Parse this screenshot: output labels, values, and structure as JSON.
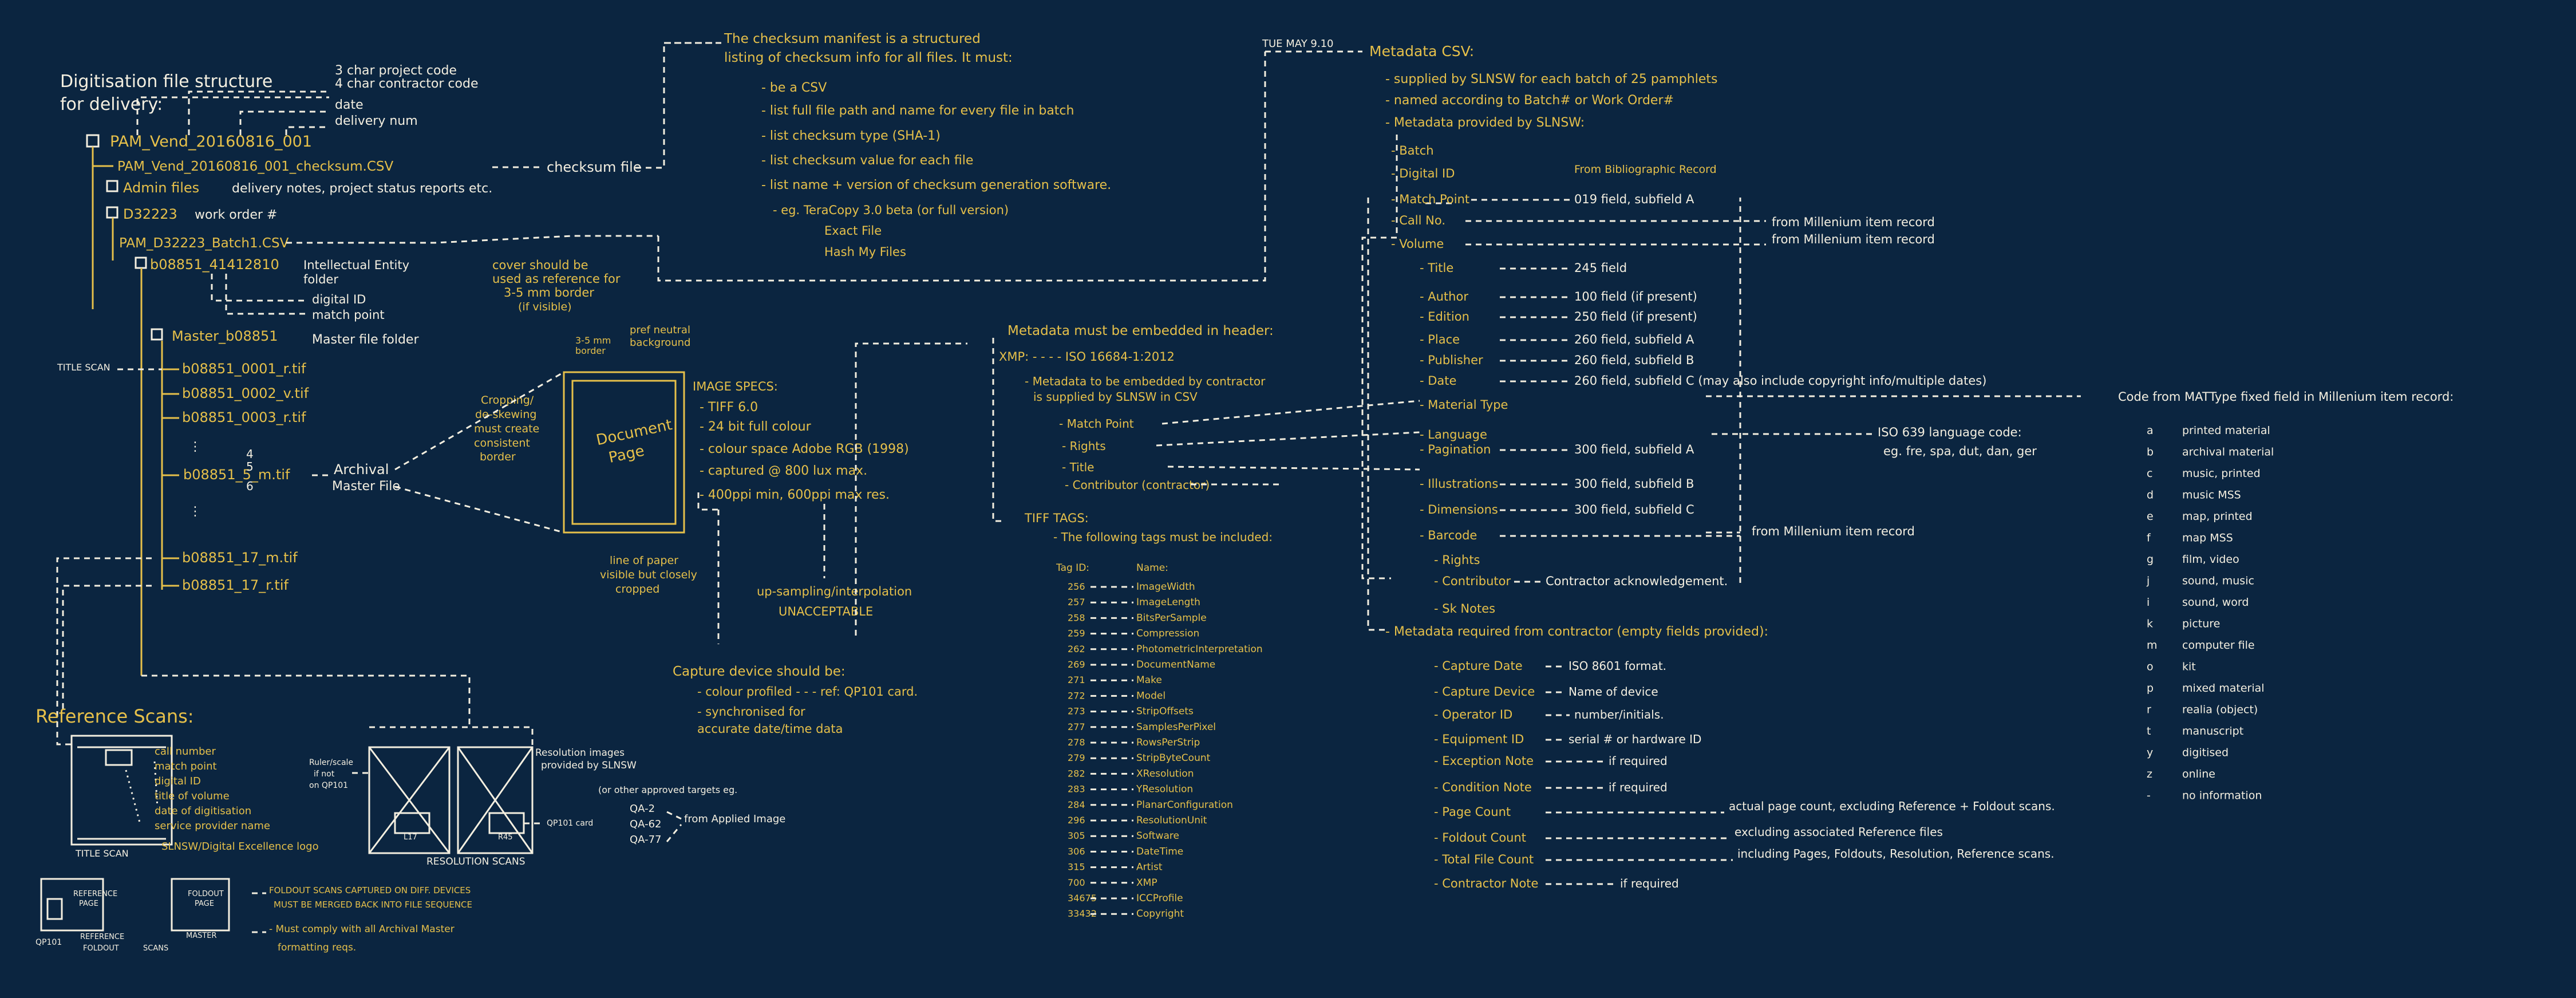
{
  "structure": {
    "title": [
      "Digitisation file structure",
      "for delivery:"
    ],
    "code_legend": [
      "3 char project code",
      "4 char contractor code",
      "date",
      "delivery num"
    ],
    "root": "PAM_Vend_20160816_001",
    "manifest": "PAM_Vend_20160816_001_checksum.CSV",
    "checksum_file": "checksum file",
    "admin": "Admin files",
    "admin_note": "delivery notes, project status reports etc.",
    "work_order_folder": "D32223",
    "work_order_note": "work order #",
    "batch_csv": "PAM_D32223_Batch1.CSV",
    "ie_folder": "b08851_41412810",
    "ie_notes": [
      "Intellectual Entity",
      "folder",
      "digital ID",
      "match point"
    ],
    "master_folder": "Master_b08851",
    "master_note": "Master file folder",
    "title_scan_label": "TITLE SCAN",
    "files": [
      "b08851_0001_r.tif",
      "b08851_0002_v.tif",
      "b08851_0003_r.tif",
      "b08851_5_m.tif",
      "b08851_17_m.tif",
      "b08851_17_r.tif"
    ],
    "page_numbers": [
      "4",
      "5",
      "6"
    ],
    "archival_master": [
      "Archival",
      "Master File"
    ]
  },
  "page_sketch": {
    "cover_note": [
      "cover should be",
      "used as reference for",
      "3-5 mm border",
      "(if visible)"
    ],
    "background_note": [
      "3-5 mm",
      "border",
      "pref neutral",
      "background"
    ],
    "cropping_note": [
      "Cropping/",
      "de-skewing",
      "must create",
      "consistent",
      "border"
    ],
    "page_label": [
      "Document",
      "Page"
    ],
    "line_note": [
      "line of paper",
      "visible but closely",
      "cropped"
    ]
  },
  "image_specs": {
    "title": "IMAGE SPECS:",
    "items": [
      "- TIFF 6.0",
      "- 24 bit full colour",
      "- colour space Adobe RGB (1998)",
      "- captured @ 800 lux max.",
      "- 400ppi min, 600ppi max res."
    ],
    "upsampling": [
      "up-sampling/interpolation",
      "UNACCEPTABLE"
    ]
  },
  "capture_device": {
    "title": "Capture device should be:",
    "items": [
      "- colour profiled  - - - ref: QP101 card.",
      "- synchronised for",
      "  accurate date/time data"
    ]
  },
  "checksum": {
    "lines": [
      "The checksum manifest is a structured",
      "listing of checksum info for all files. It must:",
      "- be a CSV",
      "- list full file path and name for every file in batch",
      "- list checksum type (SHA-1)",
      "- list checksum value for each file",
      "- list name + version of checksum generation software.",
      "- eg. TeraCopy 3.0 beta (or full version)",
      "Exact File",
      "Hash My Files"
    ]
  },
  "embedded": {
    "title": "Metadata must be embedded in header:",
    "xmp": "XMP: - - - - ISO 16684-1:2012",
    "xmp_note": [
      "- Metadata to be embedded by contractor",
      "is supplied by SLNSW in CSV"
    ],
    "fields": [
      "- Match Point",
      "- Rights",
      "- Title",
      "- Contributor (contractor)"
    ]
  },
  "tiff_tags": {
    "title": "TIFF TAGS:",
    "note": "- The following tags must be included:",
    "header_id": "Tag ID:",
    "header_name": "Name:",
    "rows": [
      [
        "256",
        "ImageWidth"
      ],
      [
        "257",
        "ImageLength"
      ],
      [
        "258",
        "BitsPerSample"
      ],
      [
        "259",
        "Compression"
      ],
      [
        "262",
        "PhotometricInterpretation"
      ],
      [
        "269",
        "DocumentName"
      ],
      [
        "271",
        "Make"
      ],
      [
        "272",
        "Model"
      ],
      [
        "273",
        "StripOffsets"
      ],
      [
        "277",
        "SamplesPerPixel"
      ],
      [
        "278",
        "RowsPerStrip"
      ],
      [
        "279",
        "StripByteCount"
      ],
      [
        "282",
        "XResolution"
      ],
      [
        "283",
        "YResolution"
      ],
      [
        "284",
        "PlanarConfiguration"
      ],
      [
        "296",
        "ResolutionUnit"
      ],
      [
        "305",
        "Software"
      ],
      [
        "306",
        "DateTime"
      ],
      [
        "315",
        "Artist"
      ],
      [
        "700",
        "XMP"
      ],
      [
        "34675",
        "ICCProfile"
      ],
      [
        "33432",
        "Copyright"
      ]
    ]
  },
  "reference": {
    "title": "Reference Scans:",
    "title_scan_items": [
      "call number",
      "match point",
      "digital ID",
      "title of volume",
      "date of digitisation",
      "service provider name",
      "SLNSW/Digital Excellence logo"
    ],
    "title_scan_caption": "TITLE SCAN",
    "ruler_note": [
      "Ruler/scale",
      "if not",
      "on QP101"
    ],
    "res_caption": "RESOLUTION SCANS",
    "res_label_1": "L17",
    "res_label_2": "R45",
    "res_note": [
      "Resolution images",
      "provided by SLNSW",
      "(or other approved targets eg.",
      "QA-2",
      "QA-62",
      "QA-77"
    ],
    "applied_image": "from Applied Image",
    "qp_card": "QP101 card",
    "foldout": [
      "FOLDOUT SCANS CAPTURED ON DIFF. DEVICES",
      "MUST BE MERGED BACK INTO FILE SEQUENCE",
      "- Must comply with all Archival Master",
      "formatting reqs."
    ],
    "box1": [
      "REFERENCE",
      "PAGE"
    ],
    "box2": [
      "FOLDOUT",
      "PAGE"
    ],
    "qp_label": "QP101",
    "bottom_labels": [
      "REFERENCE",
      "FOLDOUT",
      "SCANS",
      "MASTER"
    ]
  },
  "metadata_csv": {
    "tue_note": "TUE MAY 9.10",
    "title": "Metadata CSV:",
    "items": [
      "- supplied by SLNSW for each batch of 25 pamphlets",
      "- named according to Batch# or Work Order#",
      "- Metadata provided by SLNSW:"
    ],
    "from_record": "From Bibliographic Record",
    "fields": [
      {
        "name": "- Batch",
        "value": ""
      },
      {
        "name": "- Digital ID",
        "value": ""
      },
      {
        "name": "- Match Point",
        "value": "019 field, subfield A"
      },
      {
        "name": "- Call No.",
        "value": "from Millenium item record"
      },
      {
        "name": "- Volume",
        "value": "from Millenium item record"
      },
      {
        "name": "- Title",
        "value": "245 field"
      },
      {
        "name": "- Author",
        "value": "100 field (if present)"
      },
      {
        "name": "- Edition",
        "value": "250 field (if present)"
      },
      {
        "name": "- Place",
        "value": "260 field, subfield A"
      },
      {
        "name": "- Publisher",
        "value": "260 field, subfield B"
      },
      {
        "name": "- Date",
        "value": "260 field, subfield C (may also include copyright info/multiple dates)"
      },
      {
        "name": "- Material Type",
        "value": ""
      },
      {
        "name": "- Language",
        "value": ""
      },
      {
        "name": "- Pagination",
        "value": "300 field, subfield A"
      },
      {
        "name": "- Illustrations",
        "value": "300 field, subfield B"
      },
      {
        "name": "- Dimensions",
        "value": "300 field, subfield C"
      },
      {
        "name": "- Barcode",
        "value": "from Millenium item record"
      },
      {
        "name": "- Rights",
        "value": ""
      },
      {
        "name": "- Contributor",
        "value": "Contractor acknowledgement."
      },
      {
        "name": "- Sk Notes",
        "value": ""
      }
    ],
    "language_note": [
      "ISO 639 language code:",
      "eg. fre, spa, dut, dan, ger"
    ],
    "material_code_note": "Code from MATType fixed field in Millenium item record:",
    "material_codes": [
      [
        "a",
        "printed material"
      ],
      [
        "b",
        "archival material"
      ],
      [
        "c",
        "music, printed"
      ],
      [
        "d",
        "music MSS"
      ],
      [
        "e",
        "map, printed"
      ],
      [
        "f",
        "map MSS"
      ],
      [
        "g",
        "film, video"
      ],
      [
        "j",
        "sound, music"
      ],
      [
        "i",
        "sound, word"
      ],
      [
        "k",
        "picture"
      ],
      [
        "m",
        "computer file"
      ],
      [
        "o",
        "kit"
      ],
      [
        "p",
        "mixed material"
      ],
      [
        "r",
        "realia (object)"
      ],
      [
        "t",
        "manuscript"
      ],
      [
        "y",
        "digitised"
      ],
      [
        "z",
        "online"
      ],
      [
        "-",
        "no information"
      ]
    ],
    "contractor_title": "- Metadata required from contractor (empty fields provided):",
    "contractor_fields": [
      [
        "- Capture Date",
        "ISO 8601 format."
      ],
      [
        "- Capture Device",
        "Name of device"
      ],
      [
        "- Operator ID",
        "number/initials."
      ],
      [
        "- Equipment ID",
        "serial # or hardware ID"
      ],
      [
        "- Exception Note",
        "if required"
      ],
      [
        "- Condition Note",
        "if required"
      ],
      [
        "- Page Count",
        "actual page count, excluding Reference + Foldout scans."
      ],
      [
        "- Foldout Count",
        "excluding associated Reference files"
      ],
      [
        "- Total File Count",
        "including Pages, Foldouts, Resolution, Reference scans."
      ],
      [
        "- Contractor Note",
        "if required"
      ]
    ]
  },
  "colors": {
    "background": "#0b2540",
    "yellow": "#e6c04a",
    "white": "#f4efe0"
  }
}
